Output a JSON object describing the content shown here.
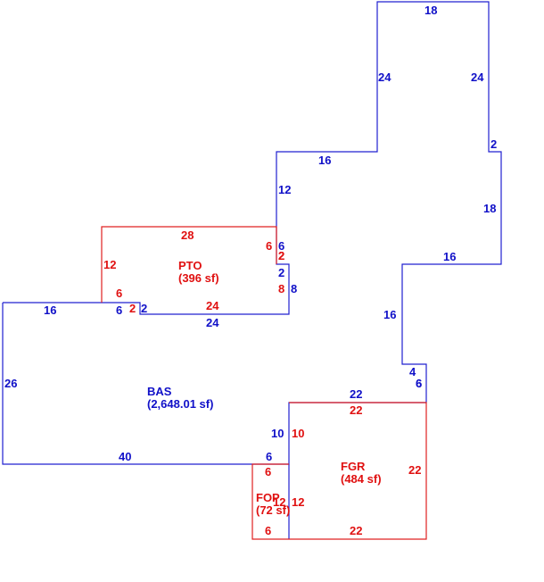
{
  "colors": {
    "main": "#2020d0",
    "addition": "#e02020"
  },
  "areas": {
    "bas": {
      "code": "BAS",
      "area": "(2,648.01 sf)"
    },
    "pto": {
      "code": "PTO",
      "area": "(396 sf)"
    },
    "fgr": {
      "code": "FGR",
      "area": "(484 sf)"
    },
    "fop": {
      "code": "FOP",
      "area": "(72 sf)"
    }
  },
  "dimensions": {
    "bas": [
      "18",
      "24",
      "24",
      "2",
      "16",
      "18",
      "12",
      "16",
      "16",
      "6",
      "2",
      "8",
      "2",
      "6",
      "24",
      "16",
      "6",
      "2",
      "26",
      "4",
      "6",
      "22",
      "10",
      "40",
      "6"
    ],
    "pto": [
      "28",
      "12",
      "6",
      "2",
      "6",
      "24",
      "2",
      "8"
    ],
    "fgr": [
      "22",
      "10",
      "22",
      "22"
    ],
    "fop": [
      "6",
      "12",
      "12",
      "6"
    ]
  }
}
